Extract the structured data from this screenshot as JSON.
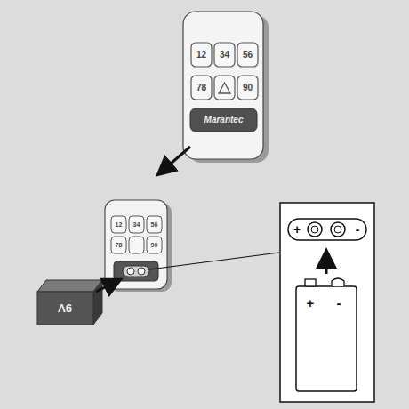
{
  "diagram": {
    "labels": [
      "12",
      "34",
      "56",
      "78",
      "90",
      "Marantec",
      "12",
      "34",
      "56",
      "78",
      "90",
      "9V",
      "+",
      "-",
      "+",
      "-"
    ]
  }
}
